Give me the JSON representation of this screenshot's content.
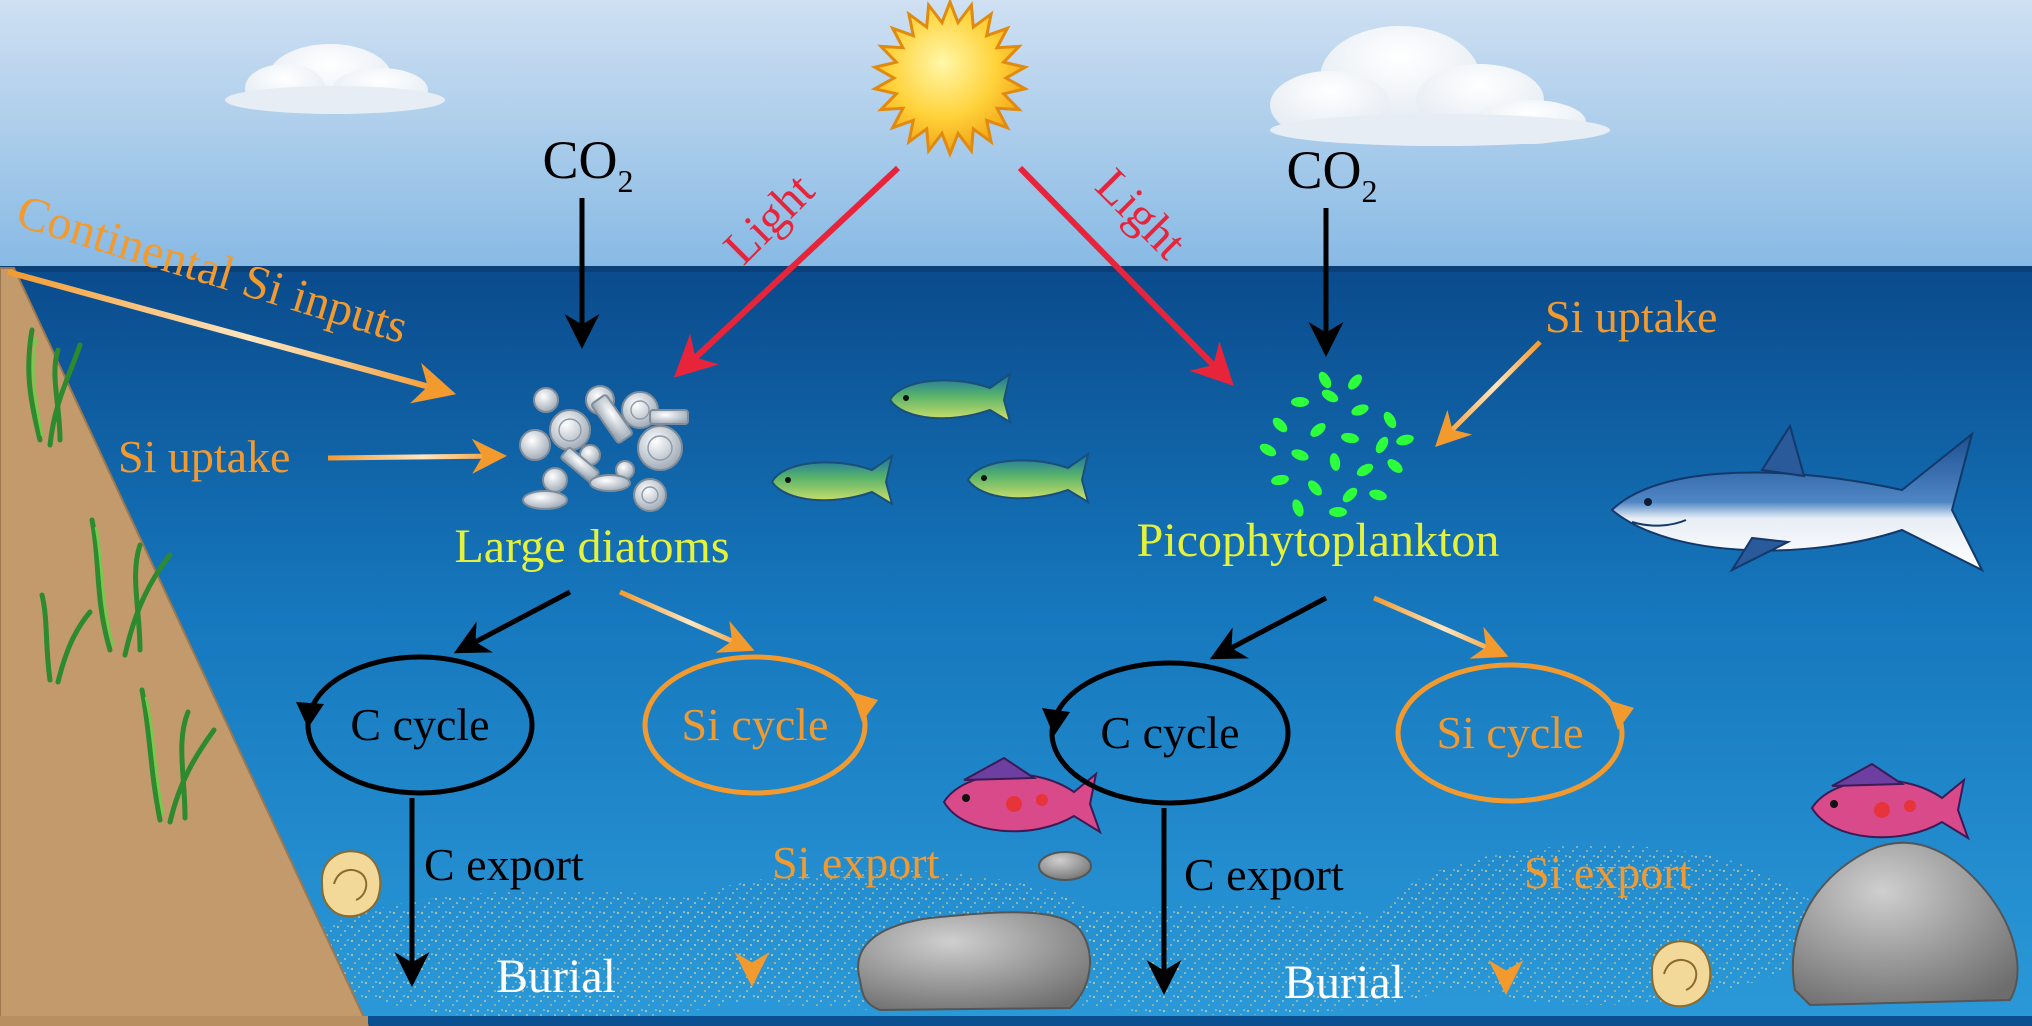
{
  "labels": {
    "co2_base": "CO",
    "co2_sub": "2",
    "light": "Light",
    "continental_si_inputs": "Continental Si inputs",
    "si_uptake": "Si uptake",
    "large_diatoms": "Large diatoms",
    "picophytoplankton": "Picophytoplankton",
    "c_cycle": "C cycle",
    "si_cycle": "Si cycle",
    "c_export": "C export",
    "si_export": "Si export",
    "burial": "Burial"
  },
  "colors": {
    "sky_top": "#c9dcf0",
    "sky_bottom": "#8dbde6",
    "ocean_top": "#0a4f8f",
    "ocean_bottom": "#2a9ad8",
    "land": "#c39a6b",
    "light_arrow": "#e8243b",
    "silicon": "#f39a2e",
    "carbon": "#000000",
    "organism_label": "#e6f23a",
    "picoplankton": "#2dff3a",
    "text_white": "#ffffff"
  },
  "icons": [
    "sun-icon",
    "cloud-icon",
    "diatom-cluster-icon",
    "picoplankton-cluster-icon",
    "fish-icon",
    "shark-icon",
    "reef-fish-icon",
    "seashell-icon",
    "rock-icon",
    "seagrass-icon"
  ]
}
